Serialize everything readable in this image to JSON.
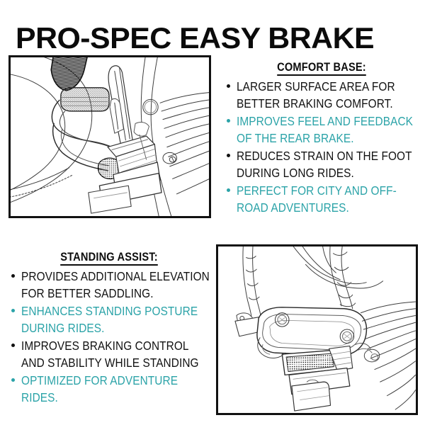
{
  "title": "PRO-SPEC EASY BRAKE",
  "colors": {
    "ink": "#111111",
    "teal": "#2ba3a8",
    "panel_border": "#111111",
    "background": "#ffffff"
  },
  "sections": [
    {
      "id": "comfort-base",
      "heading": "COMFORT BASE:",
      "bullets": [
        {
          "text": "LARGER SURFACE AREA FOR BETTER BRAKING COMFORT.",
          "color": "ink"
        },
        {
          "text": "IMPROVES FEEL AND FEEDBACK OF THE REAR BRAKE.",
          "color": "teal"
        },
        {
          "text": "REDUCES STRAIN ON THE FOOT DURING LONG RIDES.",
          "color": "ink"
        },
        {
          "text": "PERFECT FOR CITY AND OFF-ROAD ADVENTURES.",
          "color": "teal"
        }
      ]
    },
    {
      "id": "standing-assist",
      "heading": "STANDING ASSIST:",
      "bullets": [
        {
          "text": "PROVIDES ADDITIONAL ELEVATION FOR BETTER SADDLING.",
          "color": "ink"
        },
        {
          "text": "ENHANCES STANDING POSTURE DURING RIDES.",
          "color": "teal"
        },
        {
          "text": "IMPROVES BRAKING CONTROL AND STABILITY WHILE STANDING",
          "color": "ink"
        },
        {
          "text": "OPTIMIZED FOR ADVENTURE RIDES.",
          "color": "teal"
        }
      ]
    }
  ],
  "panels": [
    {
      "id": "panel-top-left",
      "caption_icon": "brake-pedal-line-drawing",
      "description": "Line-art technical drawing of motorcycle rear brake pedal with comfort base"
    },
    {
      "id": "panel-bottom-right",
      "caption_icon": "brake-pedal-standing-line-drawing",
      "description": "Line-art technical drawing of brake pedal with standing assist riser"
    }
  ]
}
